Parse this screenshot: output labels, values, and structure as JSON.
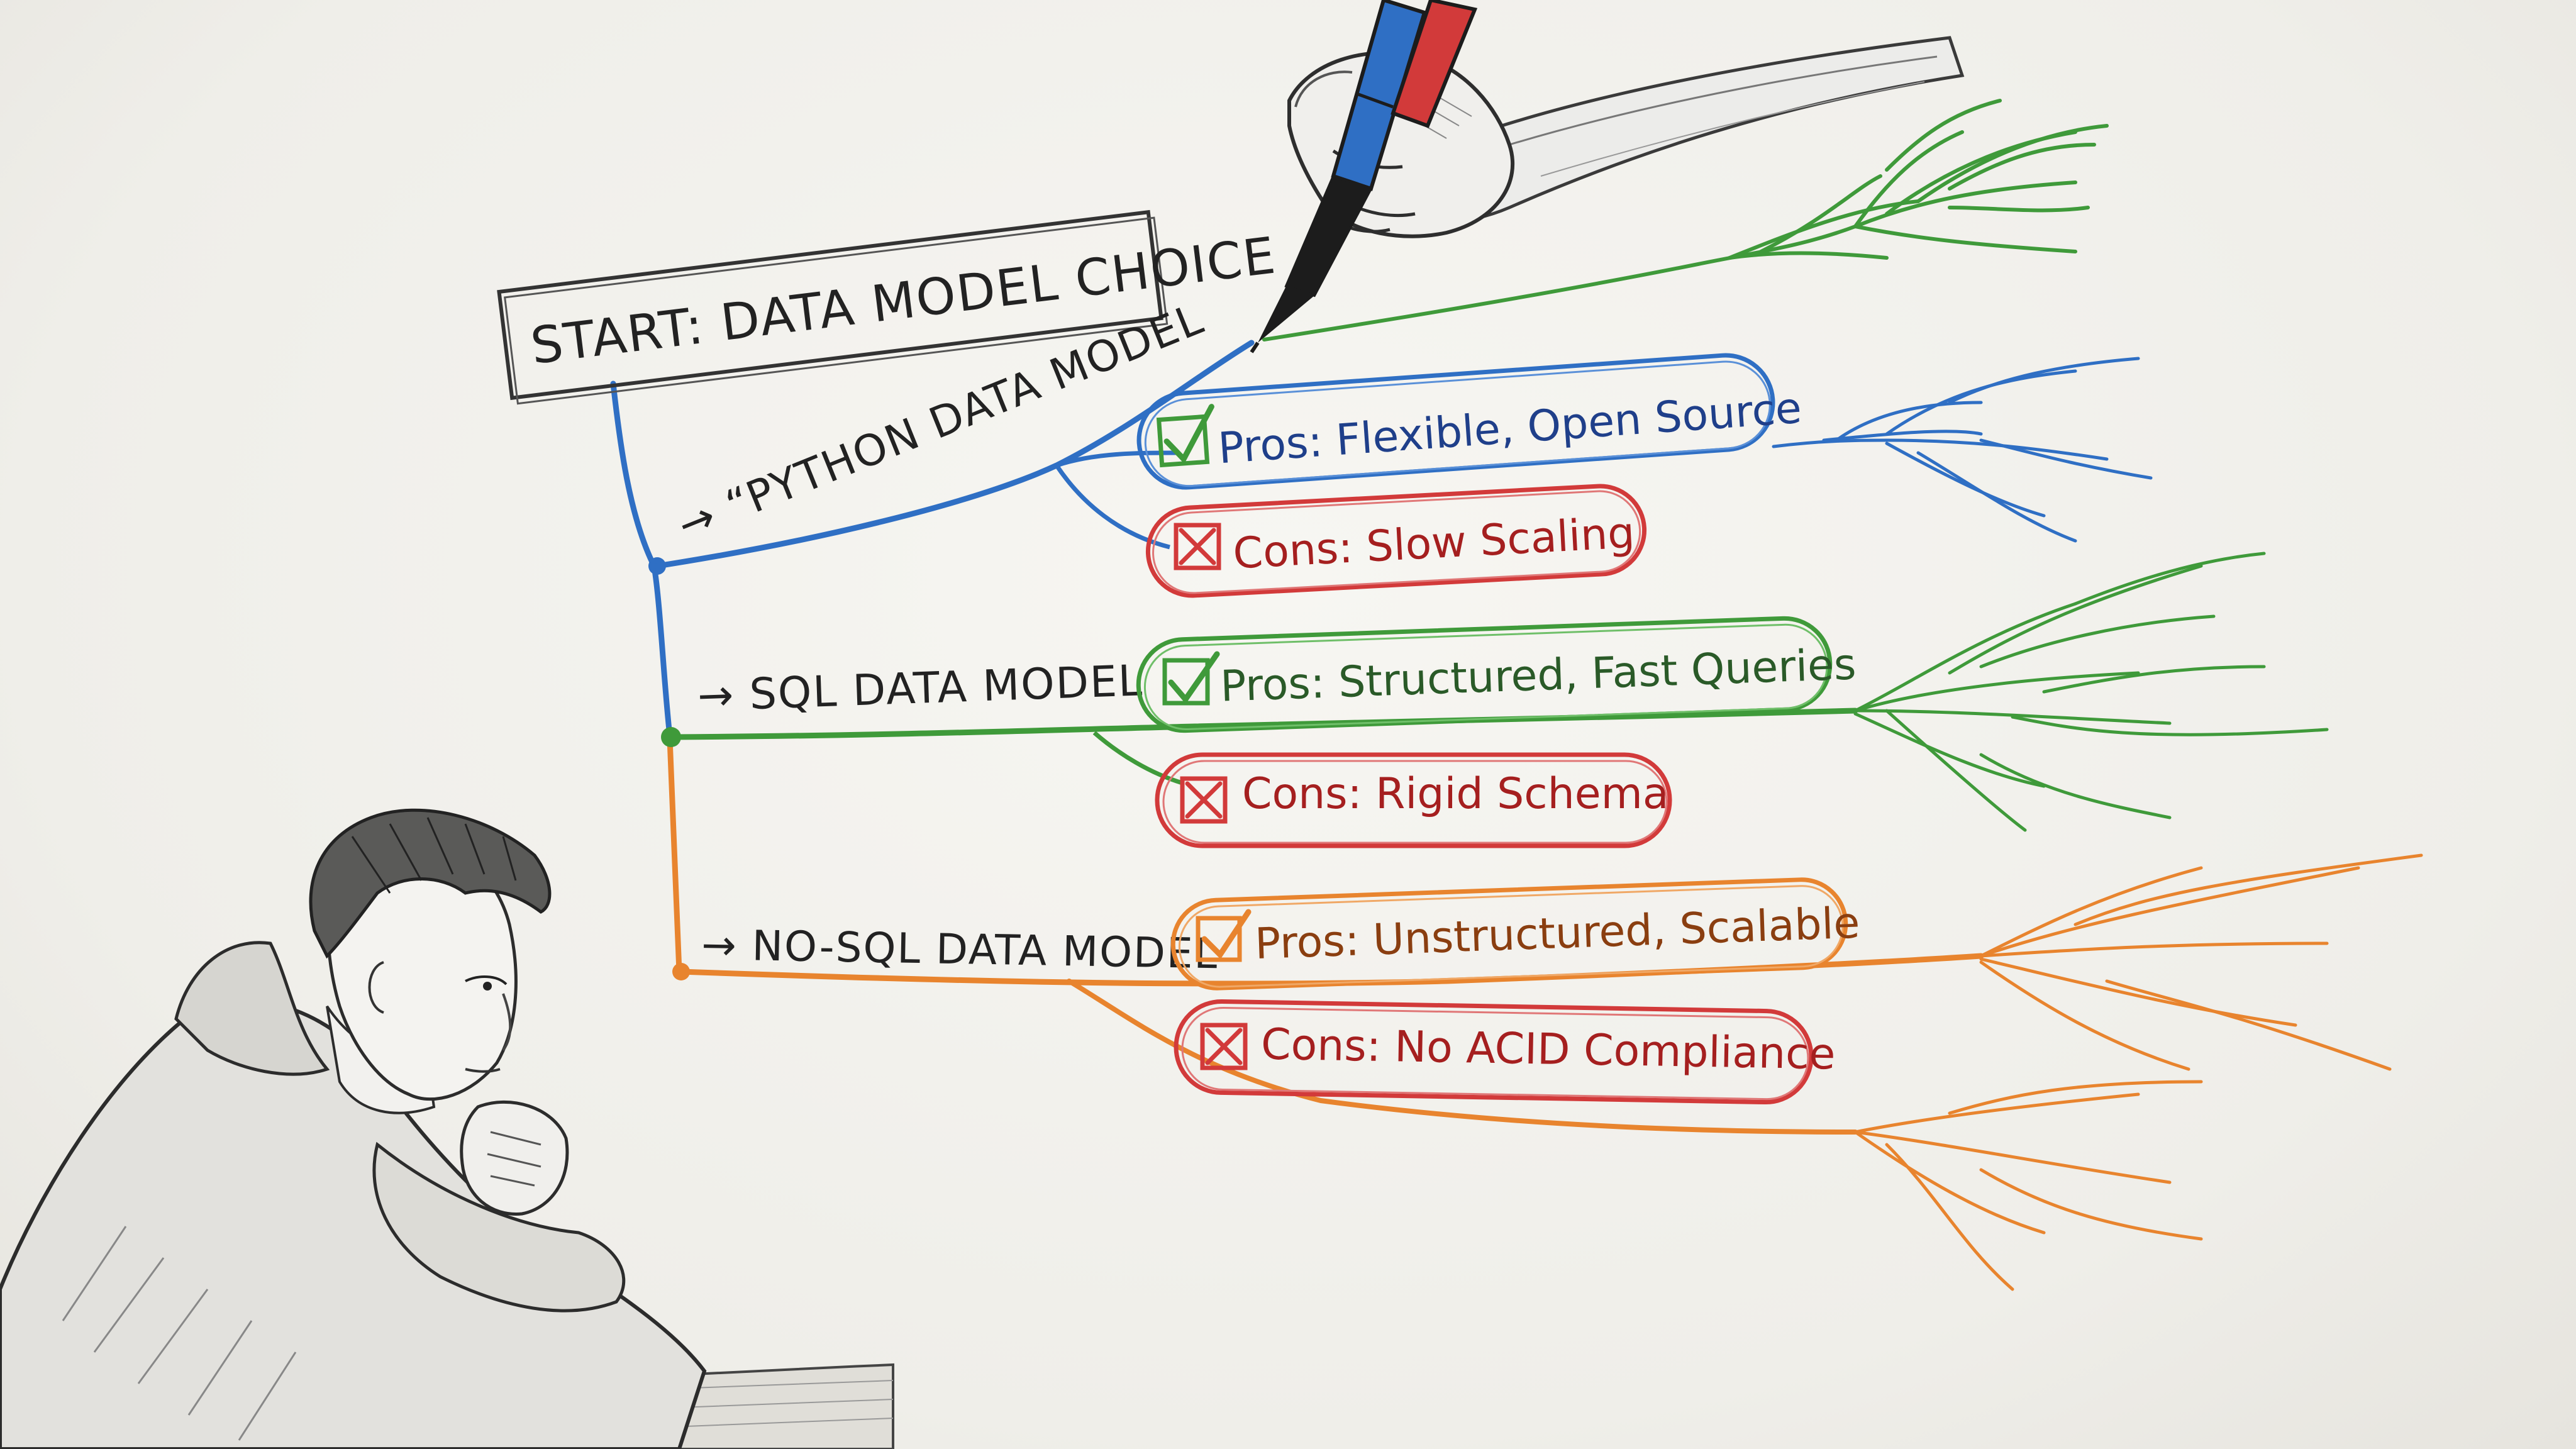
{
  "start": {
    "label": "START: DATA MODEL CHOICE"
  },
  "branches": [
    {
      "id": "python",
      "label": "→ “PYTHON DATA MODEL",
      "color": "#2f6fc4",
      "pros": "Pros: Flexible, Open Source",
      "cons": "Cons: Slow Scaling",
      "pros_color": "#2f6fc4",
      "pros_text_color": "#1f3f8a",
      "cons_color": "#d23a3a"
    },
    {
      "id": "sql",
      "label": "→ SQL DATA MODEL",
      "color": "#3f9a3a",
      "pros": "Pros: Structured, Fast Queries",
      "cons": "Cons: Rigid Schema",
      "pros_color": "#3f9a3a",
      "pros_text_color": "#2a5a28",
      "cons_color": "#d23a3a"
    },
    {
      "id": "nosql",
      "label": "→ NO-SQL DATA MODEL",
      "color": "#e8842e",
      "pros": "Pros: Unstructured, Scalable",
      "cons": "Cons: No ACID Compliance",
      "pros_color": "#e8842e",
      "pros_text_color": "#8a3e10",
      "cons_color": "#d23a3a"
    }
  ],
  "icons": {
    "pros": "check-box-icon",
    "cons": "x-box-icon"
  },
  "colors": {
    "ink": "#222222",
    "cross": "#d23a3a",
    "green": "#3f9a3a",
    "blue": "#2f6fc4",
    "orange": "#e8842e"
  }
}
